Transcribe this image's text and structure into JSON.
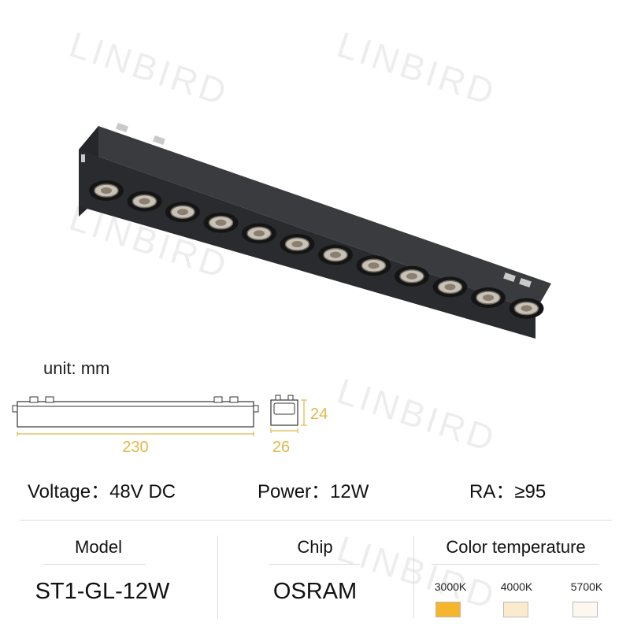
{
  "watermark": "LINBIRD",
  "unit_label": "unit: mm",
  "dimensions": {
    "length": "230",
    "width": "26",
    "height": "24"
  },
  "specs": {
    "voltage": "Voltage：48V DC",
    "power": "Power：12W",
    "ra": "RA：≥95"
  },
  "columns": {
    "model_header": "Model",
    "model_value": "ST1-GL-12W",
    "chip_header": "Chip",
    "chip_value": "OSRAM",
    "color_header": "Color temperature"
  },
  "color_temps": [
    {
      "label": "3000K",
      "color": "#f5b52c"
    },
    {
      "label": "4000K",
      "color": "#fbeacb"
    },
    {
      "label": "5700K",
      "color": "#fdf8ef"
    }
  ],
  "colors": {
    "accent_dim": "#e0b84a",
    "housing": "#2f3033"
  }
}
